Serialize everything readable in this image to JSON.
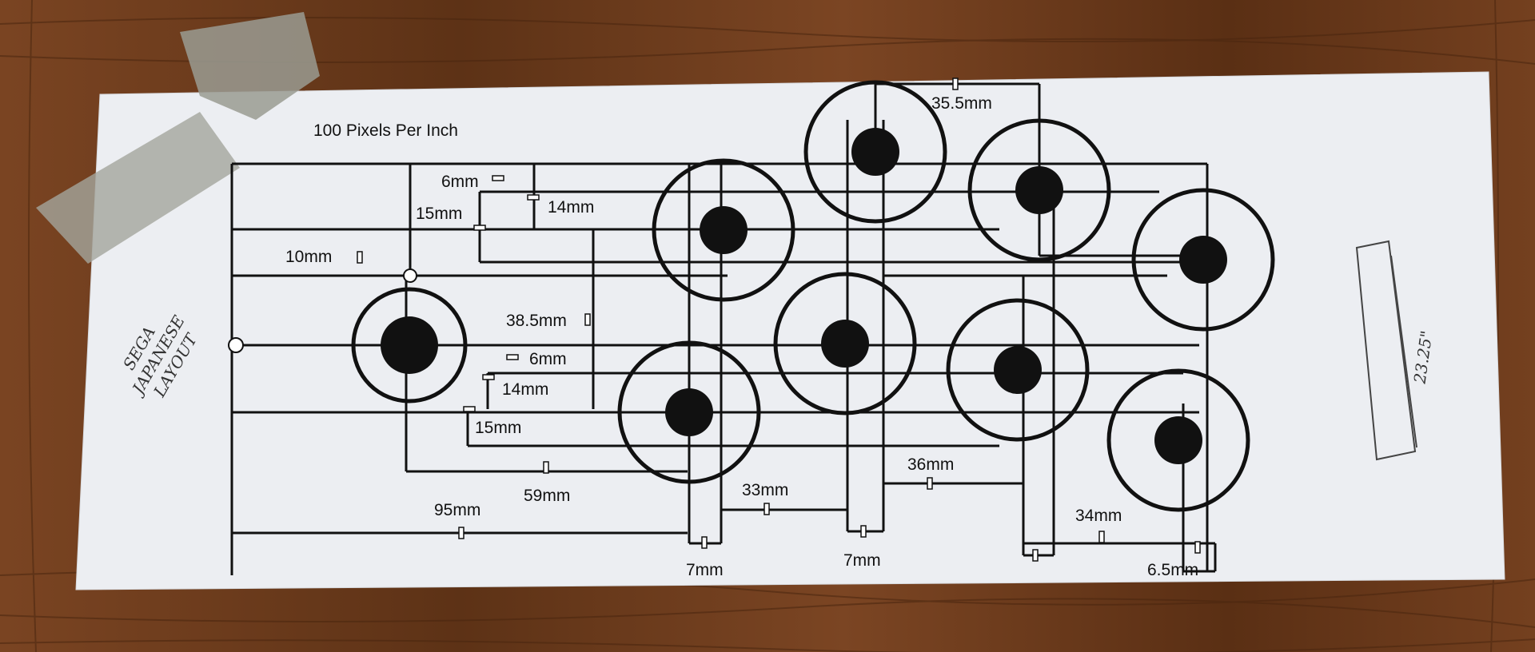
{
  "template_header": "100 Pixels Per Inch",
  "handwritten_note": [
    "SEGA",
    "JAPANESE",
    "LAYOUT"
  ],
  "measurement_side_note": "23.25\"",
  "dimensions": {
    "d6mm_top": "6mm",
    "d14mm_top": "14mm",
    "d15mm_top": "15mm",
    "d10mm": "10mm",
    "d38_5mm": "38.5mm",
    "d6mm_mid": "6mm",
    "d14mm_mid": "14mm",
    "d15mm_mid": "15mm",
    "d59mm": "59mm",
    "d95mm": "95mm",
    "d33mm": "33mm",
    "d36mm": "36mm",
    "d34mm": "34mm",
    "d35_5mm": "35.5mm",
    "d7mm_a": "7mm",
    "d7mm_b": "7mm",
    "d6_5mm": "6.5mm"
  },
  "colors": {
    "wood": "#6b3a1a",
    "paper": "#eceef2",
    "ink": "#111111",
    "tape": "#9a9b92"
  }
}
